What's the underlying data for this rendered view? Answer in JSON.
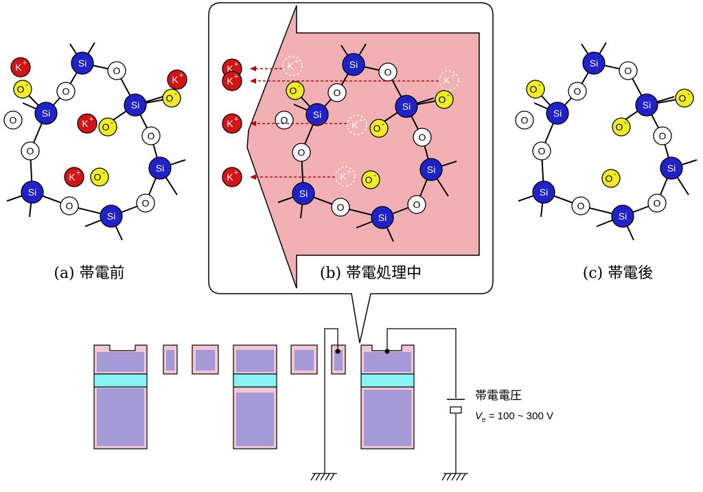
{
  "colors": {
    "si": "#1e22c8",
    "k": "#d41414",
    "o_minus": "#f2ee1e",
    "o": "#ffffff",
    "callout_fill": "#f2b0b4",
    "block_outer": "#f2c6d2",
    "block_inner": "#a49ad8",
    "block_mid": "#86f4f4",
    "arrow": "#cc0000"
  },
  "labels": {
    "si": "Si",
    "o": "O",
    "k": "K",
    "k_sup": "+",
    "o_minus": "O",
    "o_minus_sup": "-"
  },
  "captions": {
    "a": "(a) 帯電前",
    "b": "(b) 帯電処理中",
    "c": "(c) 帯電後"
  },
  "circuit": {
    "voltage_label": "帯電電圧",
    "ve_symbol": "V",
    "ve_subscript": "e",
    "ve_range": " = 100 ~ 300 V"
  },
  "icons": {
    "ground": "ground-icon",
    "battery": "battery-icon"
  }
}
